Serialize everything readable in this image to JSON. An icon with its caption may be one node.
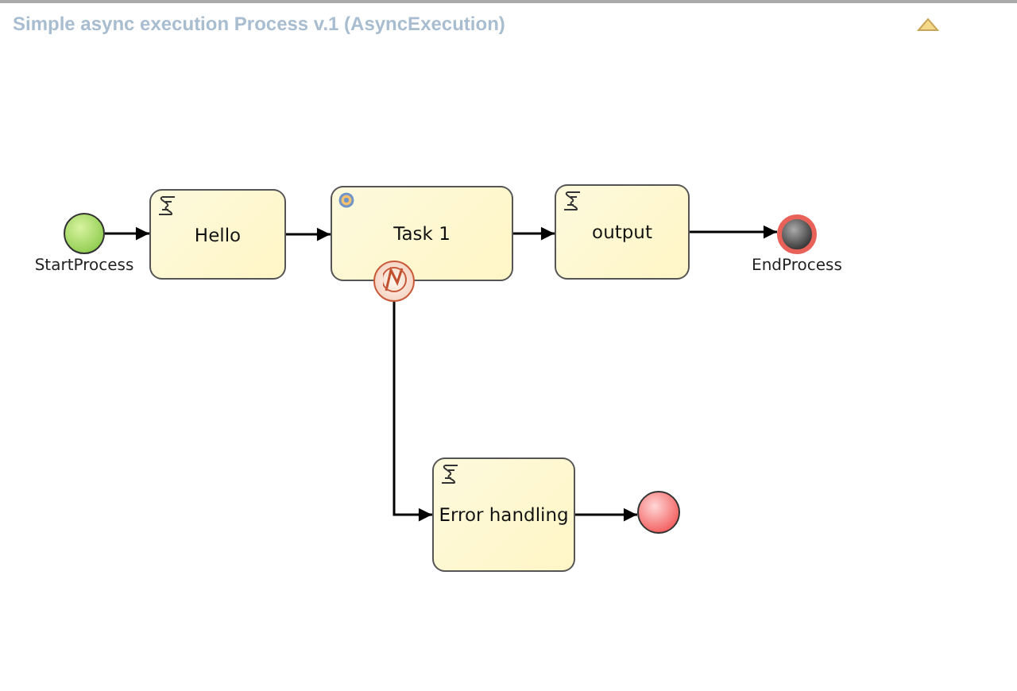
{
  "diagram": {
    "title": "Simple async execution Process v.1 (AsyncExecution)",
    "nodes": [
      {
        "text": [],
        "shape": "circle",
        "beside": [
          "StartProcess"
        ]
      },
      {
        "text": [
          "Hello"
        ]
      },
      {
        "text": [
          "Task 1"
        ]
      },
      {
        "text": [
          "output"
        ]
      },
      {
        "text": [],
        "shape": "circle",
        "beside": [
          "EndProcess"
        ]
      },
      {
        "text": [],
        "shape": "circle"
      },
      {
        "text": [
          "Error handling"
        ]
      },
      {
        "text": [],
        "shape": "circle"
      }
    ],
    "edges": [
      {
        "from": 0,
        "to": 1,
        "arrow": "to"
      },
      {
        "from": 1,
        "to": 2,
        "arrow": "to"
      },
      {
        "from": 2,
        "to": 3,
        "arrow": "to"
      },
      {
        "from": 3,
        "to": 4,
        "arrow": "to"
      },
      {
        "from": 5,
        "to": 6,
        "arrow": "to"
      },
      {
        "from": 6,
        "to": 7,
        "arrow": "to"
      }
    ]
  }
}
